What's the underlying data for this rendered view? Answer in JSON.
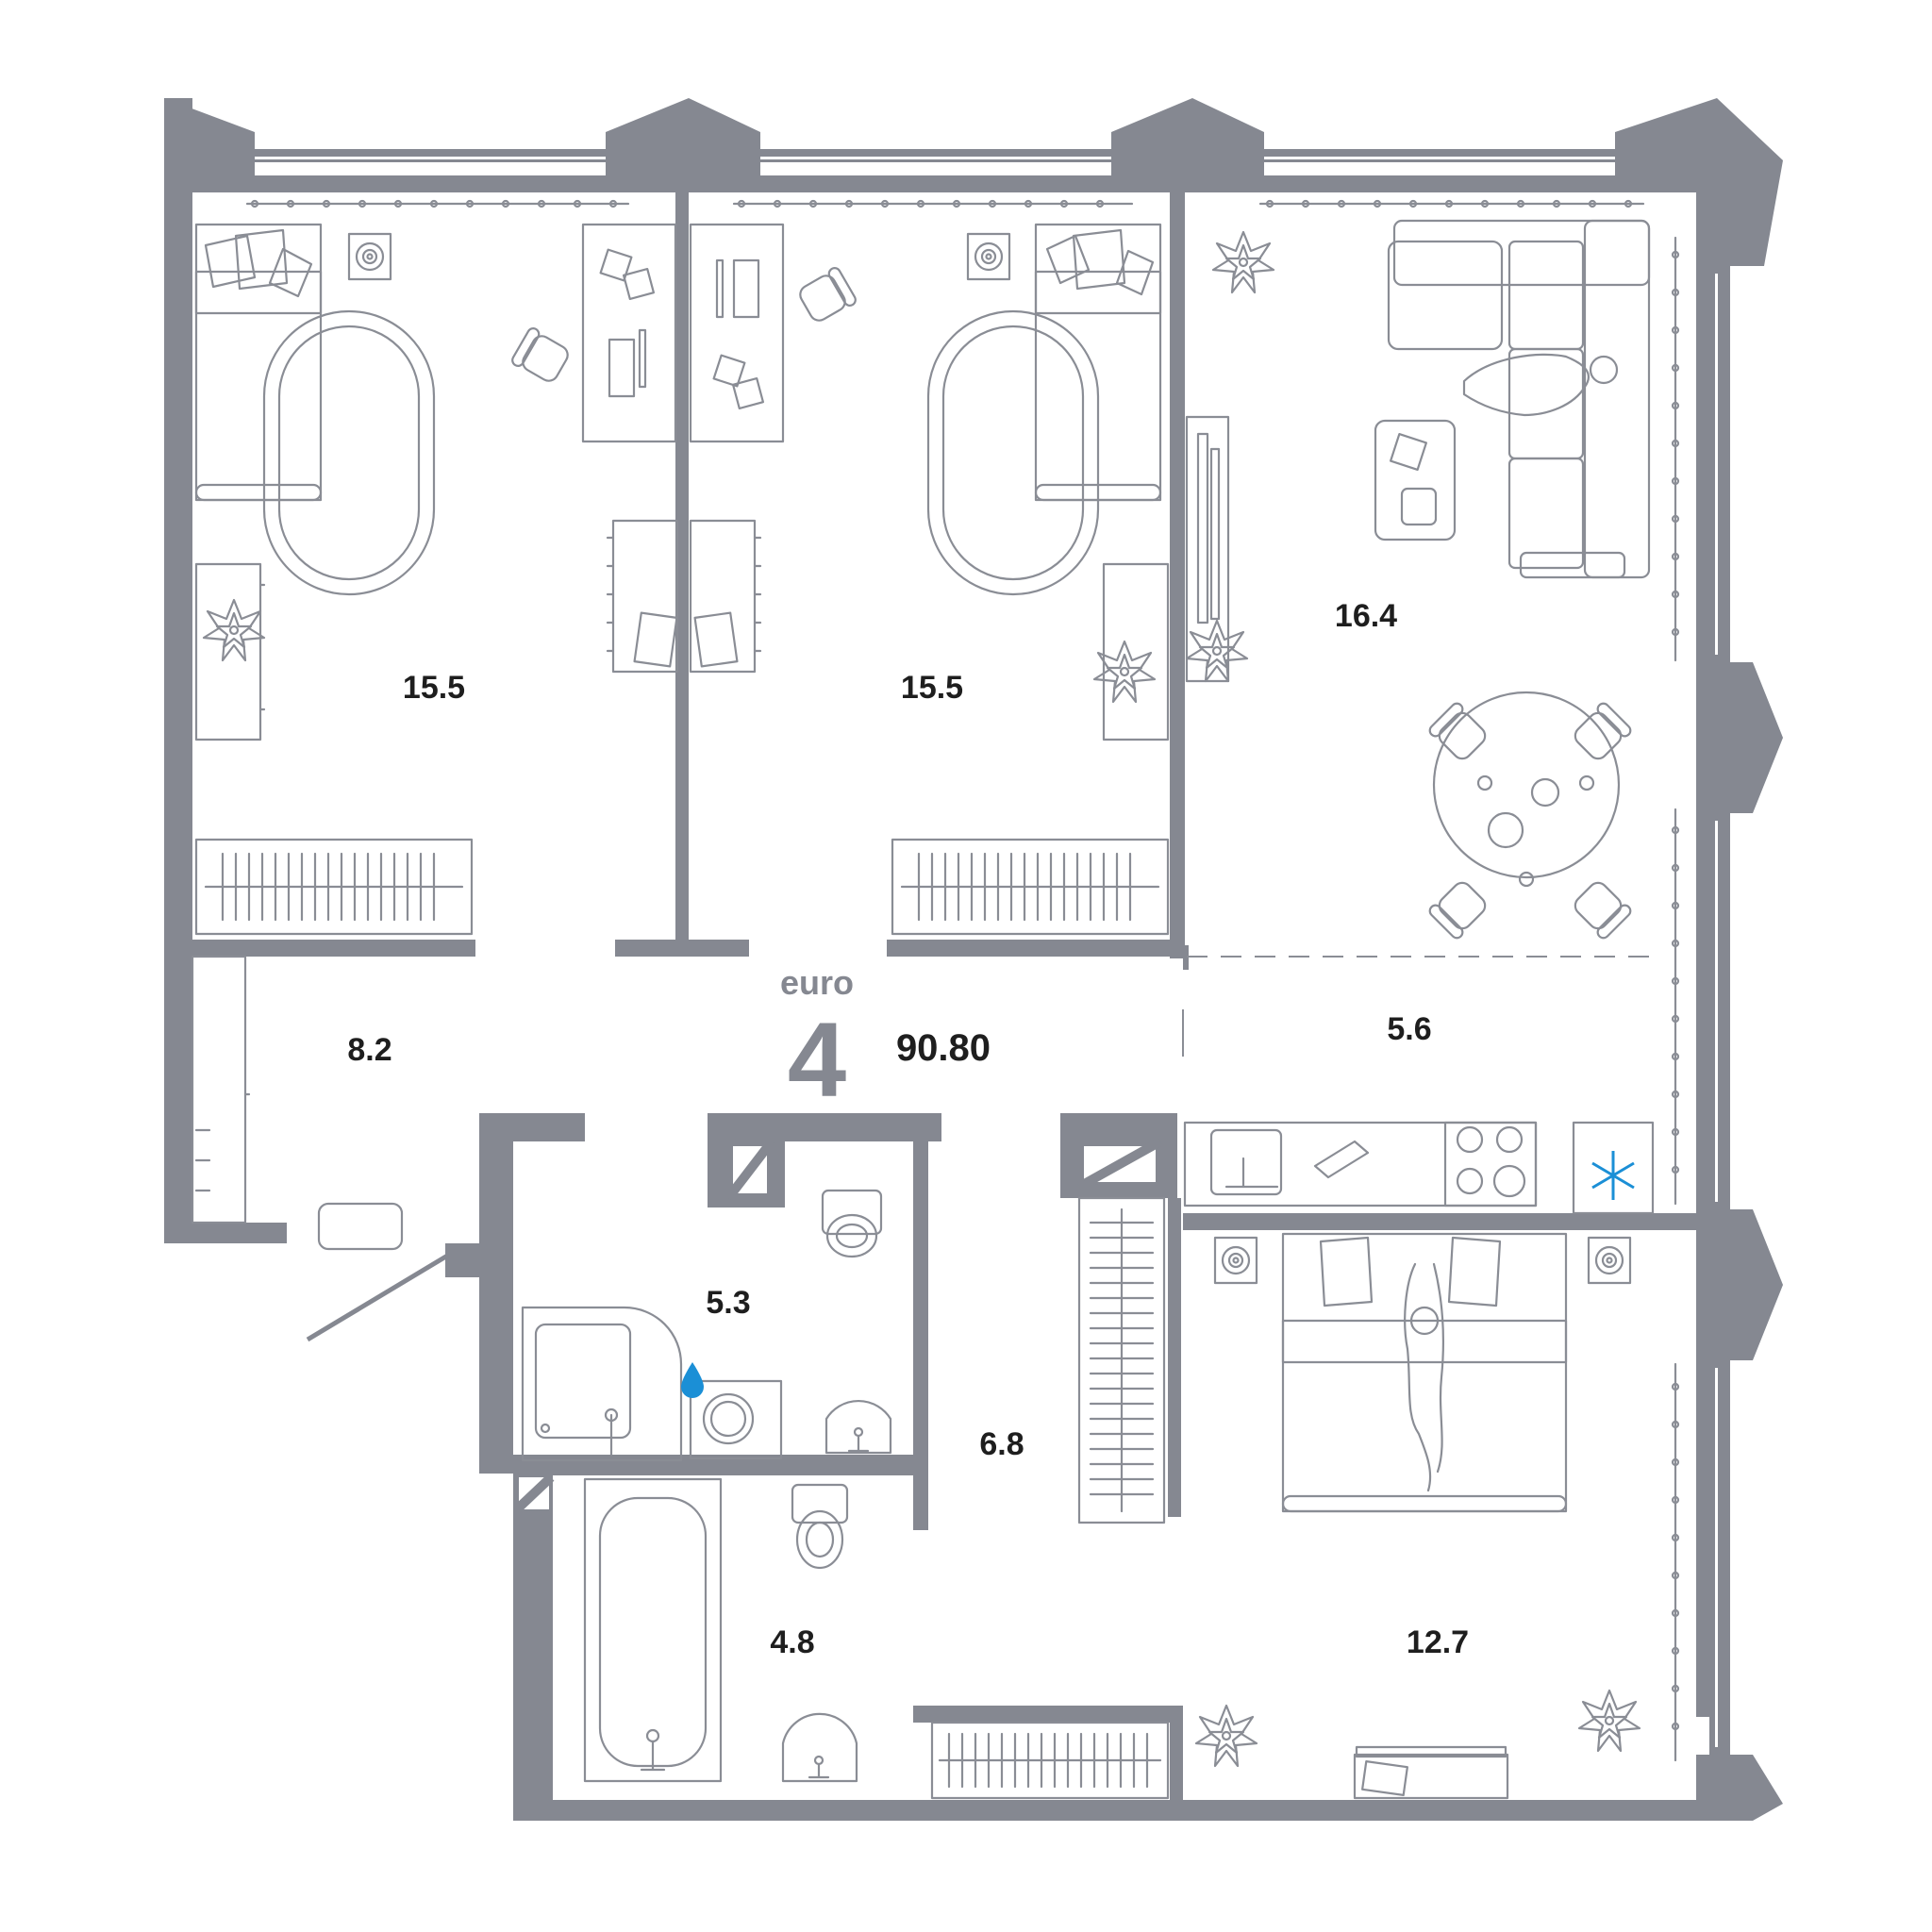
{
  "colors": {
    "wall": "#858891",
    "furniture": "#8a8d95",
    "text": "#1e1e1e",
    "accent": "#1b8fd6"
  },
  "summary": {
    "layout_type": "euro",
    "rooms_count": "4",
    "total_area": "90.80"
  },
  "rooms": [
    {
      "id": "bedroom-left",
      "area": "15.5"
    },
    {
      "id": "bedroom-middle",
      "area": "15.5"
    },
    {
      "id": "living-room",
      "area": "16.4"
    },
    {
      "id": "kitchen",
      "area": "5.6"
    },
    {
      "id": "hallway",
      "area": "8.2"
    },
    {
      "id": "bathroom-upper",
      "area": "5.3"
    },
    {
      "id": "corridor",
      "area": "6.8"
    },
    {
      "id": "bathroom-lower",
      "area": "4.8"
    },
    {
      "id": "master-bedroom",
      "area": "12.7"
    }
  ],
  "icons": [
    "water-drop-icon",
    "snowflake-icon",
    "plant-icon",
    "bed-icon",
    "sofa-icon",
    "dining-table-icon",
    "bathtub-icon",
    "shower-icon",
    "toilet-icon",
    "sink-icon",
    "washing-machine-icon",
    "stove-icon",
    "radiator-icon",
    "desk-icon"
  ]
}
